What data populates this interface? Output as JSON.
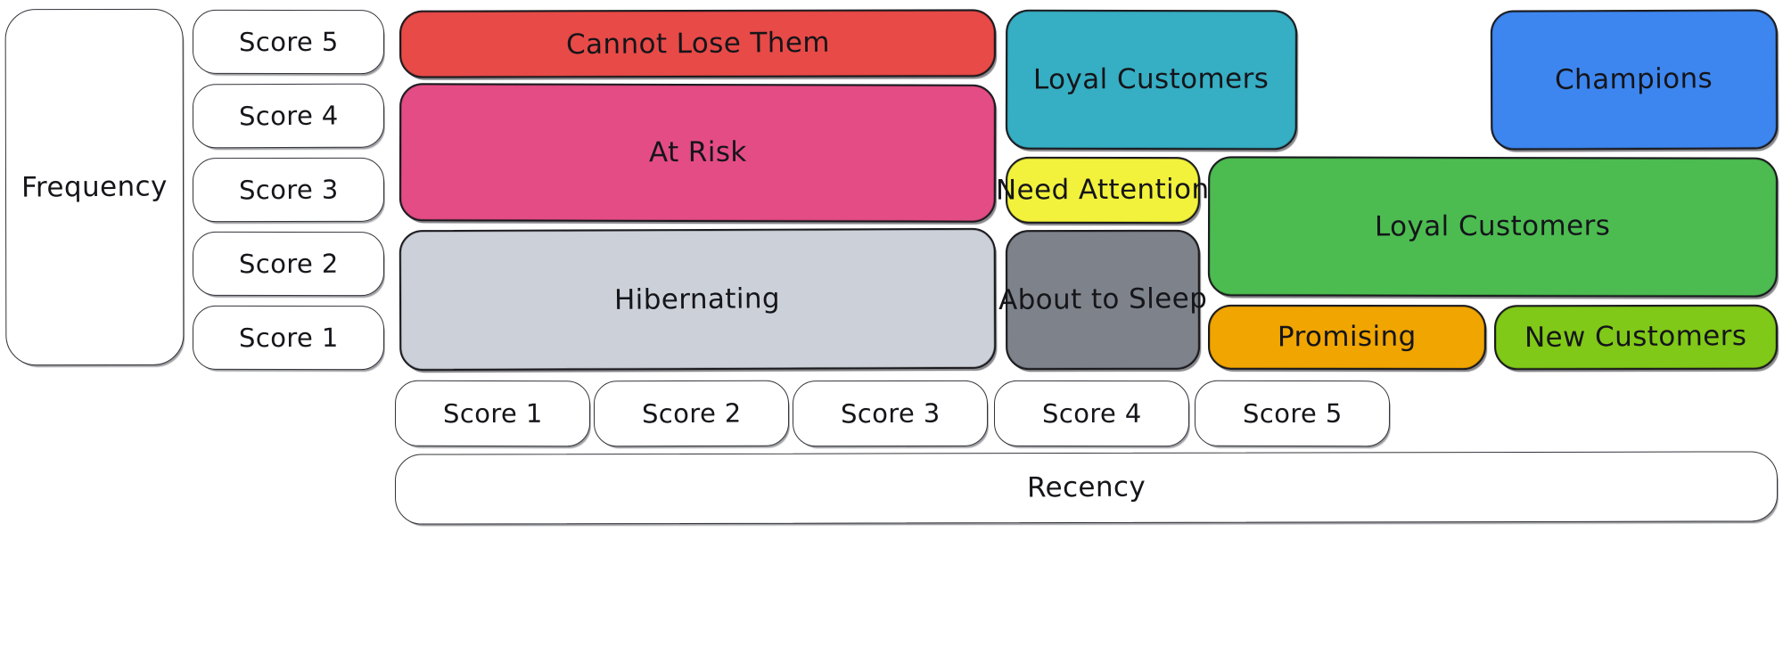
{
  "diagram": {
    "title_hidden": "RFM Segmentation Matrix",
    "axes": {
      "y_axis_label": "Frequency",
      "x_axis_label": "Recency"
    },
    "frequency_scores": [
      {
        "label": "Score 5"
      },
      {
        "label": "Score 4"
      },
      {
        "label": "Score 3"
      },
      {
        "label": "Score 2"
      },
      {
        "label": "Score 1"
      }
    ],
    "recency_scores": [
      {
        "label": "Score 1"
      },
      {
        "label": "Score 2"
      },
      {
        "label": "Score 3"
      },
      {
        "label": "Score 4"
      },
      {
        "label": "Score 5"
      }
    ],
    "segments": [
      {
        "id": "cannot-lose-them",
        "label": "Cannot Lose Them",
        "color": "#e84a47",
        "text_color": "#111114"
      },
      {
        "id": "at-risk",
        "label": "At Risk",
        "color": "#e44c85",
        "text_color": "#111114"
      },
      {
        "id": "hibernating",
        "label": "Hibernating",
        "color": "#ccd1d9",
        "text_color": "#111114"
      },
      {
        "id": "loyal-customers-teal",
        "label": "Loyal Customers",
        "color": "#36aec3",
        "text_color": "#111114"
      },
      {
        "id": "need-attention",
        "label": "Need Attention",
        "color": "#f2f23c",
        "text_color": "#111114"
      },
      {
        "id": "about-to-sleep",
        "label": "About to Sleep",
        "color": "#7e838b",
        "text_color": "#111114"
      },
      {
        "id": "champions",
        "label": "Champions",
        "color": "#3d86ef",
        "text_color": "#111114"
      },
      {
        "id": "loyal-customers-green",
        "label": "Loyal Customers",
        "color": "#4cbc51",
        "text_color": "#111114"
      },
      {
        "id": "promising",
        "label": "Promising",
        "color": "#f0a500",
        "text_color": "#111114"
      },
      {
        "id": "new-customers",
        "label": "New Customers",
        "color": "#80c918",
        "text_color": "#111114"
      }
    ],
    "palette": {
      "background": "#ffffff",
      "stroke": "#1b1b1f",
      "plain_fill": "#ffffff"
    }
  }
}
